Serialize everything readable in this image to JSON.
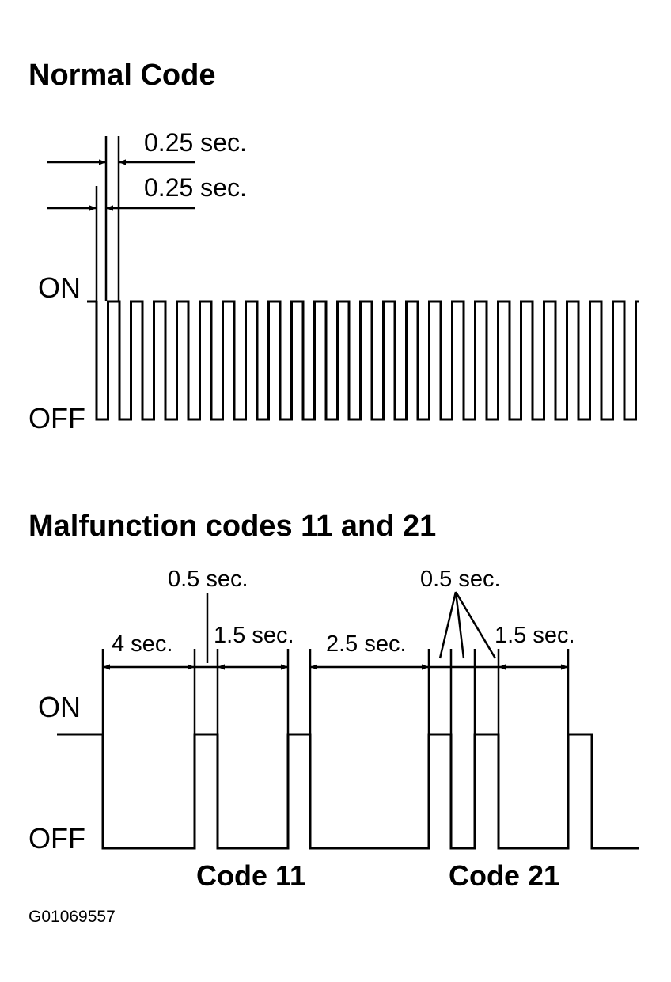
{
  "normal": {
    "title": "Normal Code",
    "on_label": "ON",
    "off_label": "OFF",
    "dim_on": "0.25 sec.",
    "dim_off": "0.25 sec."
  },
  "malfunction": {
    "title": "Malfunction codes 11 and 21",
    "on_label": "ON",
    "off_label": "OFF",
    "dim_4": "4 sec.",
    "dim_05_a": "0.5 sec.",
    "dim_15_a": "1.5 sec.",
    "dim_25": "2.5 sec.",
    "dim_05_b": "0.5 sec.",
    "dim_15_b": "1.5 sec.",
    "code_11": "Code 11",
    "code_21": "Code 21"
  },
  "figure_id": "G01069557"
}
